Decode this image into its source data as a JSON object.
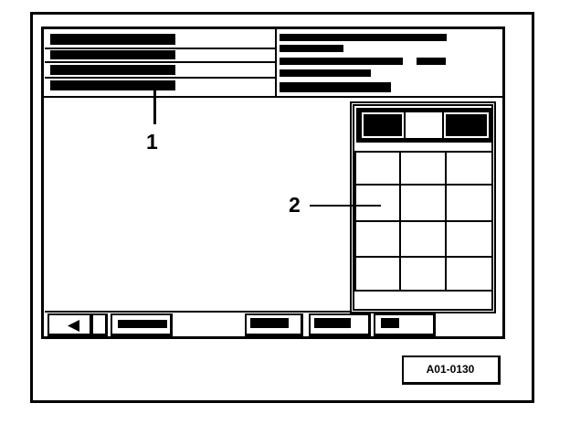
{
  "callouts": {
    "label_1": "1",
    "label_2": "2"
  },
  "figure": {
    "code": "A01-0130"
  },
  "colors": {
    "ink": "#000000",
    "paper": "#ffffff"
  },
  "icons": {
    "back_button": "triangle-left-icon"
  }
}
